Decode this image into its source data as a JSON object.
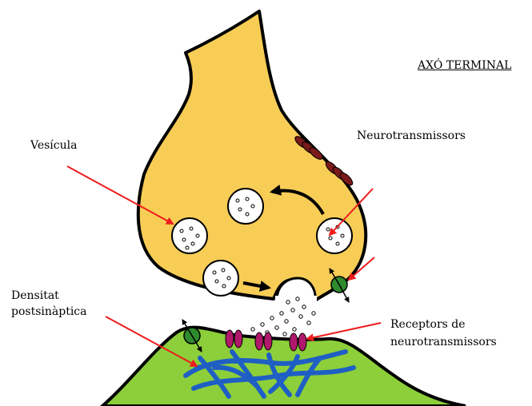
{
  "labels": {
    "axon_terminal": "AXÓ TERMINAL",
    "neurotransmitters": "Neurotransmissors",
    "vesicle": "Vesícula",
    "postsynaptic_density_line1": "Densitat",
    "postsynaptic_density_line2": "postsinàptica",
    "receptors_line1": "Receptors de",
    "receptors_line2": "neurotransmissors"
  },
  "colors": {
    "terminal_fill": "#f7cd56",
    "postsynaptic_fill": "#8ccf3a",
    "outline": "#000000",
    "arrow": "#ee1c1c",
    "vesicle_fill": "#ffffff",
    "channel": "#7a1a1a",
    "receptor": "#b0186b",
    "transporter": "#2e8b2e",
    "fibers": "#1f5fc4"
  }
}
